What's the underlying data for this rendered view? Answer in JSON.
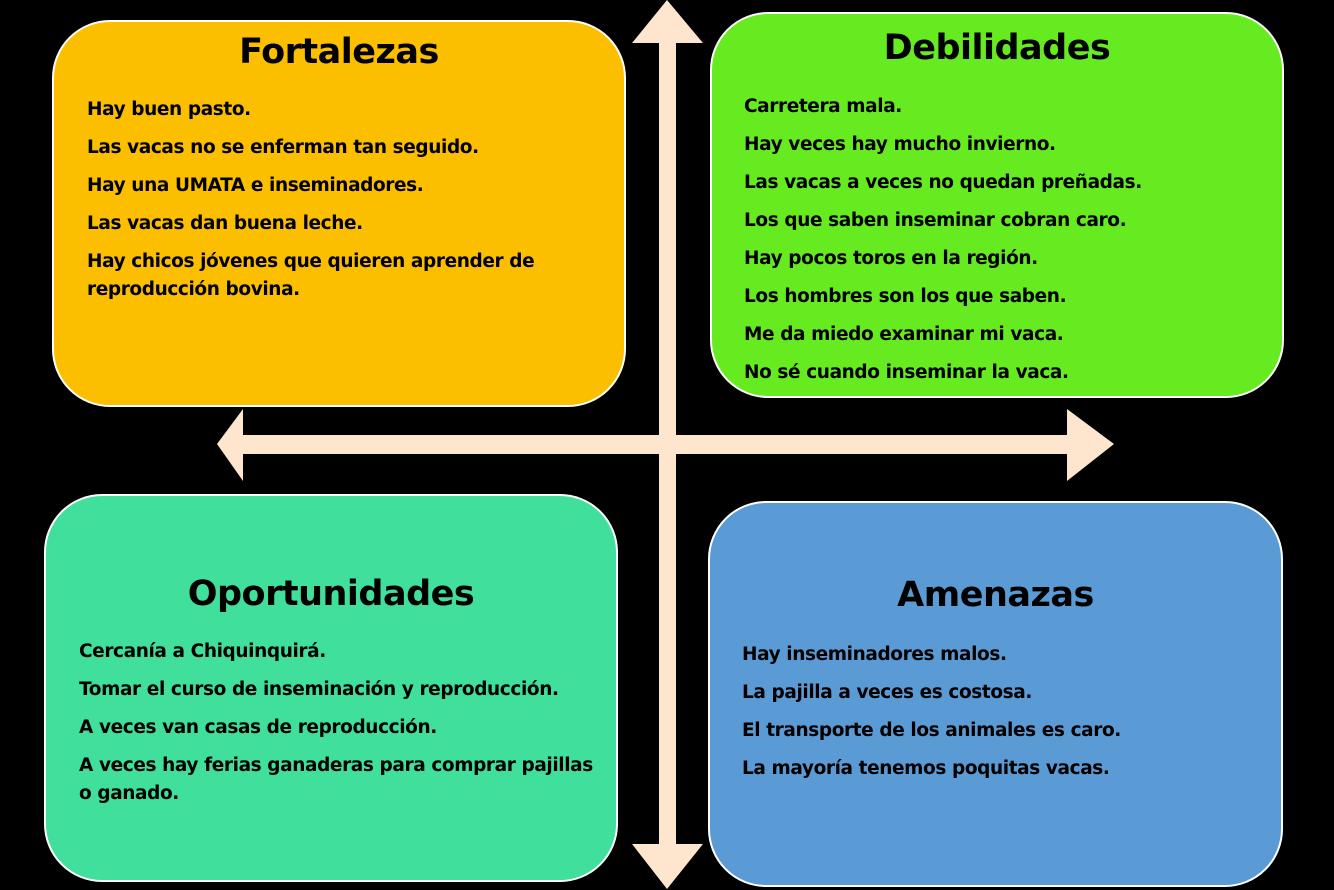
{
  "diagram": {
    "type": "SWOT matrix (DOFA)",
    "arrow_color": "#fde6cd",
    "background": "#000000",
    "quadrants": [
      {
        "id": "fortalezas",
        "title": "Fortalezas",
        "color": "#fcbf00",
        "items": [
          "Hay buen pasto.",
          "Las vacas no se enferman tan seguido.",
          "Hay una UMATA e inseminadores.",
          "Las vacas dan buena leche.",
          "Hay chicos jóvenes que quieren aprender de reproducción bovina."
        ]
      },
      {
        "id": "debilidades",
        "title": "Debilidades",
        "color": "#66eb20",
        "items": [
          "Carretera mala.",
          "Hay veces hay mucho invierno.",
          "Las vacas a veces no quedan preñadas.",
          "Los que saben inseminar cobran caro.",
          "Hay pocos toros en la región.",
          "Los hombres son los que saben.",
          "Me da miedo examinar mi vaca.",
          "No sé cuando inseminar la vaca."
        ]
      },
      {
        "id": "oportunidades",
        "title": "Oportunidades",
        "color": "#40df9b",
        "items": [
          "Cercanía a Chiquinquirá.",
          "Tomar el curso de inseminación y reproducción.",
          "A veces van casas de reproducción.",
          "A veces hay ferias ganaderas para comprar pajillas o ganado."
        ]
      },
      {
        "id": "amenazas",
        "title": "Amenazas",
        "color": "#5b9bd5",
        "items": [
          "Hay inseminadores malos.",
          "La pajilla a veces es costosa.",
          "El transporte de los animales es caro.",
          "La mayoría tenemos poquitas vacas."
        ]
      }
    ]
  }
}
